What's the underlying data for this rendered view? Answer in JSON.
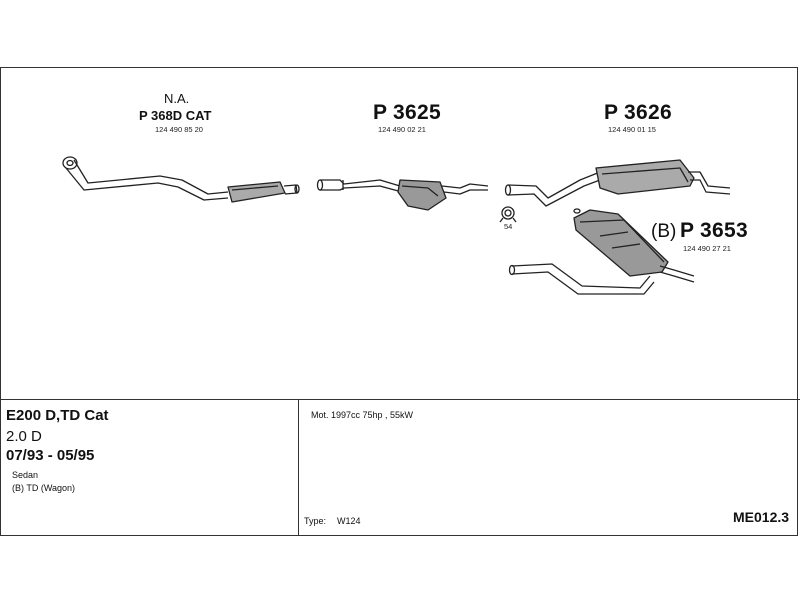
{
  "parts": {
    "front": {
      "variant": "N.A.",
      "number": "P 368D CAT",
      "oem": "124 490 85 20"
    },
    "middle": {
      "number": "P 3625",
      "oem": "124 490 02 21"
    },
    "rear": {
      "number": "P 3626",
      "oem": "124 490 01 15"
    },
    "rear_wagon": {
      "prefix": "(B)",
      "number": "P 3653",
      "oem": "124 490 27 21"
    },
    "clamp": {
      "number": "54"
    }
  },
  "vehicle": {
    "model": "E200 D,TD Cat",
    "engine": "2.0 D",
    "years": "07/93 - 05/95",
    "body1": "Sedan",
    "body2": "(B) TD (Wagon)"
  },
  "specs": {
    "motor": "Mot. 1997cc 75hp , 55kW",
    "type_label": "Type:",
    "type_value": "W124",
    "code": "ME012.3"
  }
}
